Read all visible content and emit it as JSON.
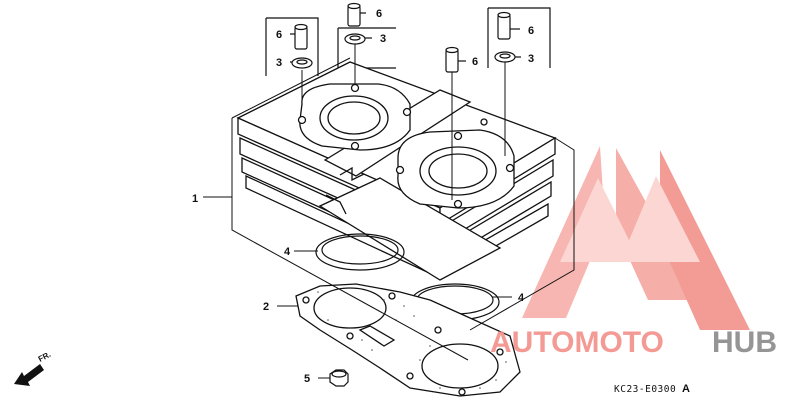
{
  "callouts": {
    "c1": "1",
    "c2": "2",
    "c3a": "3",
    "c3b": "3",
    "c3c": "3",
    "c4a": "4",
    "c4b": "4",
    "c5": "5",
    "c6a": "6",
    "c6b": "6",
    "c6c": "6",
    "c6d": "6"
  },
  "direction_label": "FR.",
  "drawing_code": "KC23-E0300",
  "drawing_suffix": "A",
  "watermark": {
    "part1": "AUTOMOTO",
    "part2": "HUB",
    "color_primary": "#f2908a",
    "color_secondary": "#8a8a8a",
    "logo_icon": "triangle-m-logo"
  }
}
